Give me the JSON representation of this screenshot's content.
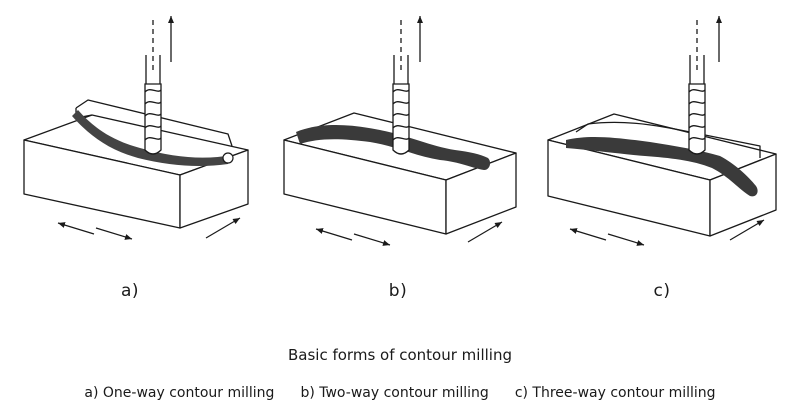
{
  "panels": [
    {
      "label": "a)"
    },
    {
      "label": "b)"
    },
    {
      "label": "c)"
    }
  ],
  "caption": {
    "title": "Basic forms of contour milling",
    "items": [
      "a) One-way contour milling",
      "b) Two-way contour milling",
      "c) Three-way contour milling"
    ]
  }
}
